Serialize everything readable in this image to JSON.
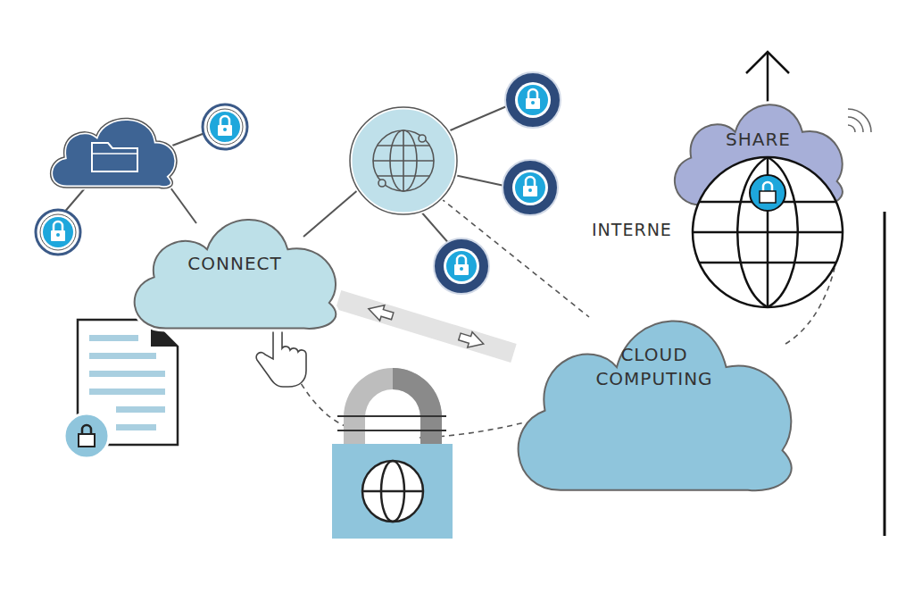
{
  "diagram": {
    "nodes": [
      {
        "text": [
          "SHARE"
        ]
      },
      {
        "text": [
          "CONNECT"
        ]
      },
      {
        "text": [
          "CLOUD COMPUTING"
        ]
      }
    ],
    "edges": [
      {
        "from": 1,
        "to": 2,
        "arrow": "both"
      }
    ],
    "labels": [
      "INTERNE"
    ]
  }
}
